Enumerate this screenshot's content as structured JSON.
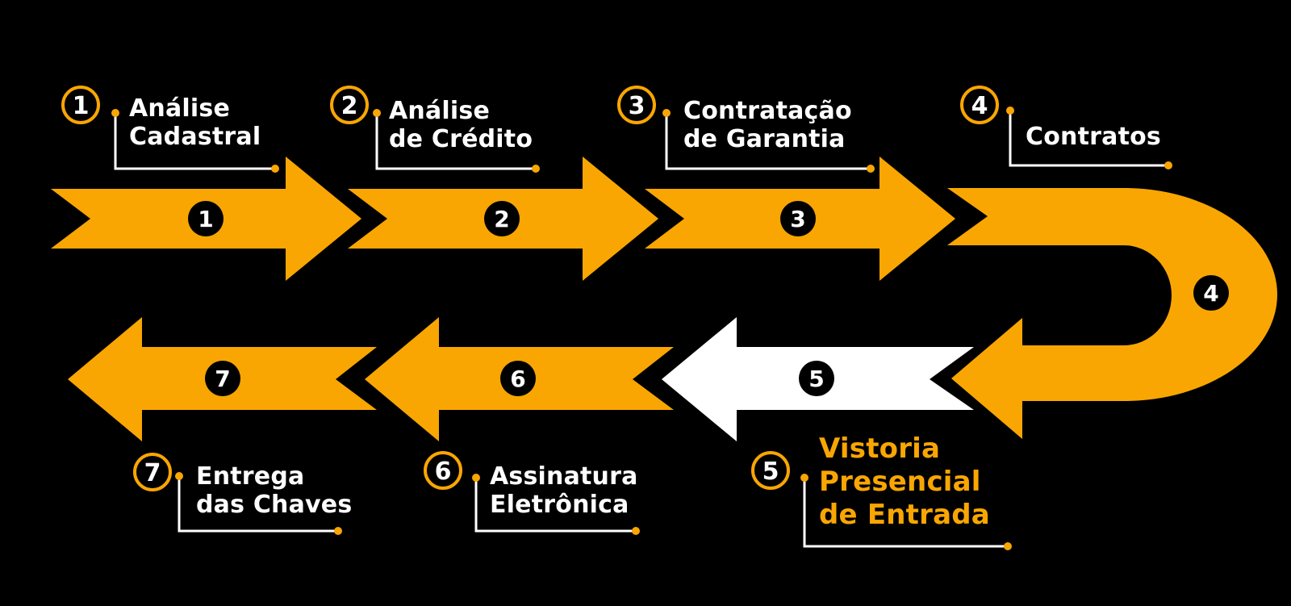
{
  "colors": {
    "background": "#000000",
    "accent": "#F9A602",
    "arrow_default": "#F9A602",
    "arrow_current": "#FFFFFF",
    "label_text": "#FFFFFF",
    "label_highlight": "#F9A602",
    "badge_fill": "#000000",
    "badge_text": "#FFFFFF"
  },
  "steps": [
    {
      "number": "1",
      "lines": [
        "Análise",
        "Cadastral"
      ],
      "current": false
    },
    {
      "number": "2",
      "lines": [
        "Análise",
        "de Crédito"
      ],
      "current": false
    },
    {
      "number": "3",
      "lines": [
        "Contratação",
        "de Garantia"
      ],
      "current": false
    },
    {
      "number": "4",
      "lines": [
        "Contratos"
      ],
      "current": false
    },
    {
      "number": "5",
      "lines": [
        "Vistoria",
        "Presencial",
        "de Entrada"
      ],
      "current": true
    },
    {
      "number": "6",
      "lines": [
        "Assinatura",
        "Eletrônica"
      ],
      "current": false
    },
    {
      "number": "7",
      "lines": [
        "Entrega",
        "das Chaves"
      ],
      "current": false
    }
  ]
}
